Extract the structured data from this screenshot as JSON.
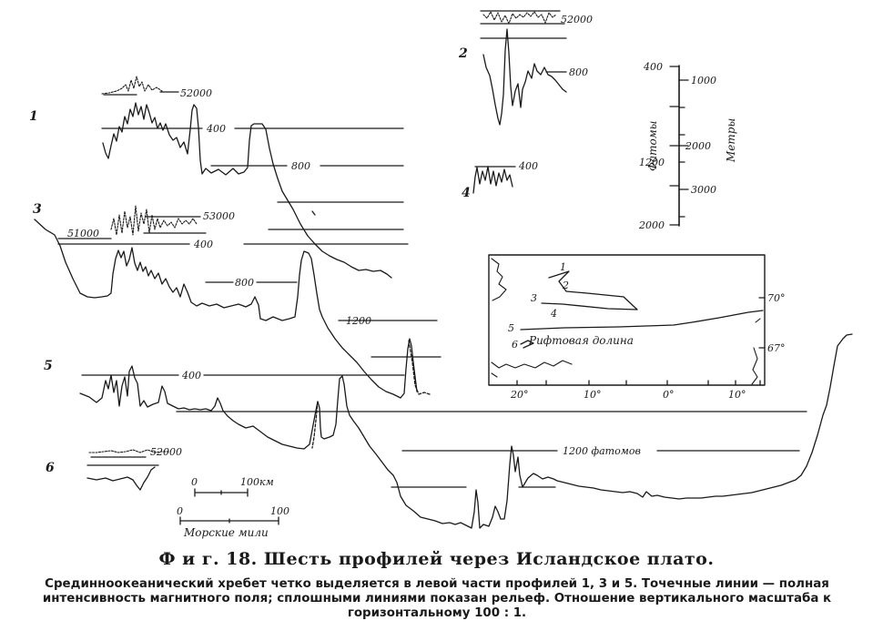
{
  "figure": {
    "profiles": {
      "p1": {
        "number": "1",
        "mag_label": "52000",
        "depth_labels": [
          "400",
          "800"
        ]
      },
      "p2": {
        "number": "2",
        "mag_label": "52000",
        "depth_labels": [
          "800"
        ]
      },
      "p3": {
        "number": "3",
        "mag_labels": [
          "51000",
          "53000"
        ],
        "depth_labels": [
          "400",
          "800",
          "1200"
        ]
      },
      "p4": {
        "number": "4",
        "depth_labels": [
          "400"
        ]
      },
      "p5": {
        "number": "5",
        "depth_labels": [
          "400",
          "1200 фатомов"
        ]
      },
      "p6": {
        "number": "6",
        "mag_label": "52000"
      }
    },
    "vertical_scale": {
      "fathoms_title": "Фатомы",
      "fathoms_ticks": [
        "400",
        "1200",
        "2000"
      ],
      "meters_title": "Метры",
      "meters_ticks": [
        "1000",
        "2000",
        "3000"
      ]
    },
    "horizontal_scale": {
      "km_ticks": [
        "0",
        "100км"
      ],
      "nm_ticks": [
        "0",
        "100"
      ],
      "nm_title": "Морские мили"
    },
    "map": {
      "profile_labels": [
        "1",
        "2",
        "3",
        "4",
        "5",
        "6"
      ],
      "rift_label": "Рифтовая долина",
      "lat_labels": [
        "70°",
        "67°"
      ],
      "lon_labels": [
        "20°",
        "10°",
        "0°",
        "10°"
      ]
    }
  },
  "caption": {
    "title": "Ф и г. 18. Шесть профилей через Исландское плато.",
    "text": "Срединноокеанический хребет четко выделяется в левой части профилей 1, 3 и 5. Точечные линии — полная интенсивность магнитного поля; сплошными линиями показан рельеф. Отношение вертикального масштаба к горизонтальному 100 : 1."
  }
}
